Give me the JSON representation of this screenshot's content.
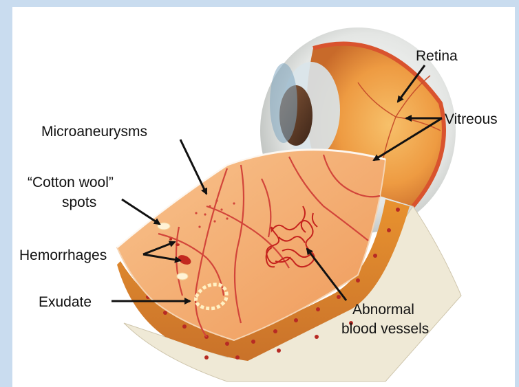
{
  "labels": {
    "retina": "Retina",
    "vitreous": "Vitreous",
    "microaneurysms": "Microaneurysms",
    "cotton_wool_line1": "“Cotton wool”",
    "cotton_wool_line2": "spots",
    "hemorrhages": "Hemorrhages",
    "exudate": "Exudate",
    "abnormal_line1": "Abnormal",
    "abnormal_line2": "blood vessels"
  },
  "colors": {
    "background": "#c9dcef",
    "panel": "#ffffff",
    "retina_tissue": "#f0a25c",
    "vessels": "#d2453a",
    "sclera": "#efe9d6",
    "arrow": "#111111"
  }
}
